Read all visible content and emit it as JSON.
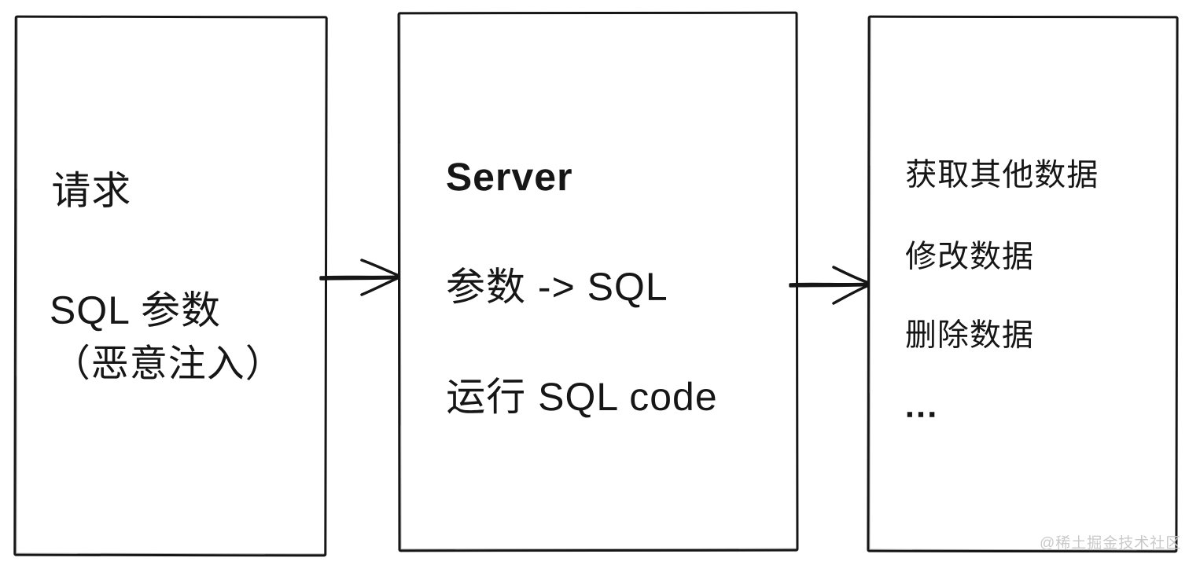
{
  "colors": {
    "ink": "#161616",
    "background": "#ffffff",
    "watermark_gray": "#c9c9c9"
  },
  "boxes": {
    "request": {
      "lines": [
        "请求",
        "SQL 参数",
        "（恶意注入）"
      ]
    },
    "server": {
      "lines": [
        "Server",
        "参数 -> SQL",
        "运行 SQL code"
      ]
    },
    "impact": {
      "lines": [
        "获取其他数据",
        "修改数据",
        "删除数据",
        "..."
      ]
    }
  },
  "arrows": [
    {
      "name": "request-to-server",
      "direction": "right"
    },
    {
      "name": "server-to-impact",
      "direction": "right"
    }
  ],
  "watermark": "@稀土掘金技术社区"
}
